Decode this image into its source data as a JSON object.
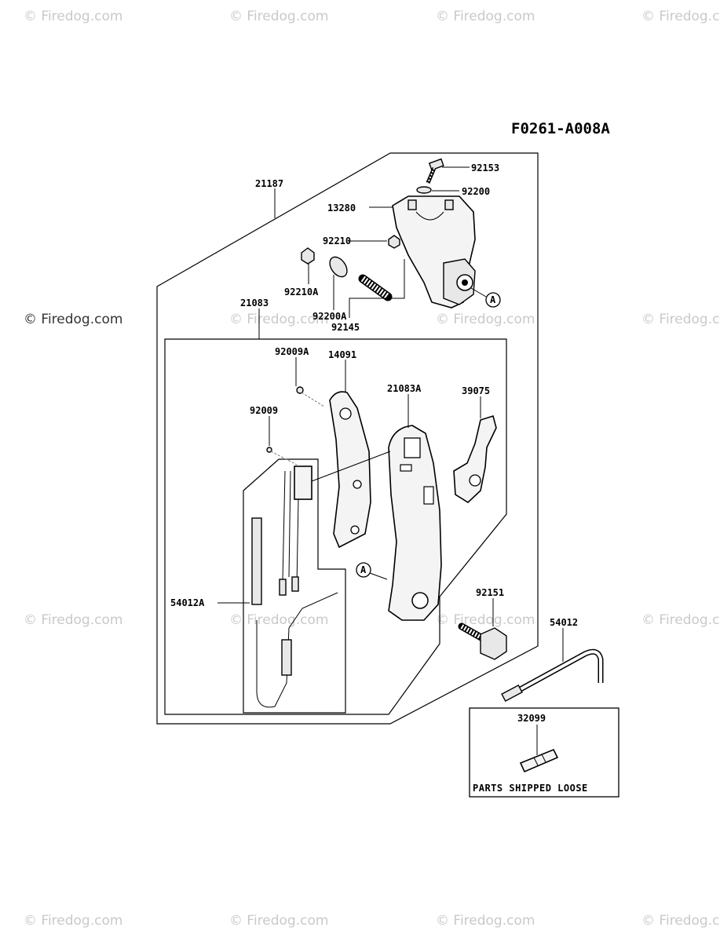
{
  "diagram_code": "F0261-A008A",
  "watermark": "© Firedog.com",
  "callout_letter": "A",
  "loose_box_caption": "PARTS SHIPPED LOOSE",
  "parts": {
    "p92153": "92153",
    "p92200": "92200",
    "p13280": "13280",
    "p21187": "21187",
    "p92210": "92210",
    "p92210A": "92210A",
    "p92200A": "92200A",
    "p92145": "92145",
    "p21083": "21083",
    "p92009A": "92009A",
    "p14091": "14091",
    "p21083A": "21083A",
    "p39075": "39075",
    "p92009": "92009",
    "p54012A": "54012A",
    "p92151": "92151",
    "p54012": "54012",
    "p32099": "32099"
  }
}
